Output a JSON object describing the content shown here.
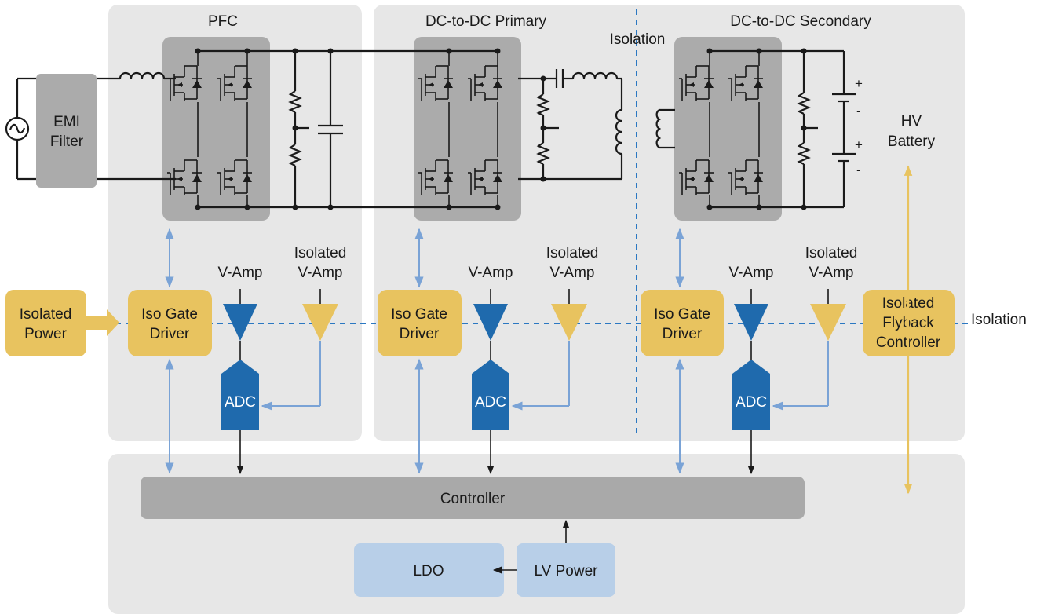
{
  "sections": {
    "pfc": "PFC",
    "dc_primary": "DC-to-DC Primary",
    "dc_secondary": "DC-to-DC Secondary"
  },
  "blocks": {
    "emi_filter": [
      "EMI",
      "Filter"
    ],
    "isolated_power": [
      "Isolated",
      "Power"
    ],
    "iso_gate_driver": [
      "Iso Gate",
      "Driver"
    ],
    "isolated_flyback": [
      "Isolated",
      "Flyback",
      "Controller"
    ],
    "hv_battery": [
      "HV",
      "Battery"
    ],
    "controller": "Controller",
    "ldo": "LDO",
    "lv_power": "LV Power"
  },
  "labels": {
    "v_amp": "V-Amp",
    "isolated_v_amp": [
      "Isolated",
      "V-Amp"
    ],
    "adc": "ADC",
    "isolation": "Isolation",
    "plus": "+",
    "minus": "-"
  },
  "colors": {
    "section_bg": "#e7e7e7",
    "bridge_bg": "#ababab",
    "controller_bg": "#a9a9a9",
    "gold": "#e8c35f",
    "dark_blue": "#1f6aad",
    "light_blue": "#b8cfe8",
    "link_blue": "#7aa3d6",
    "isolation_blue": "#2b78c2"
  }
}
